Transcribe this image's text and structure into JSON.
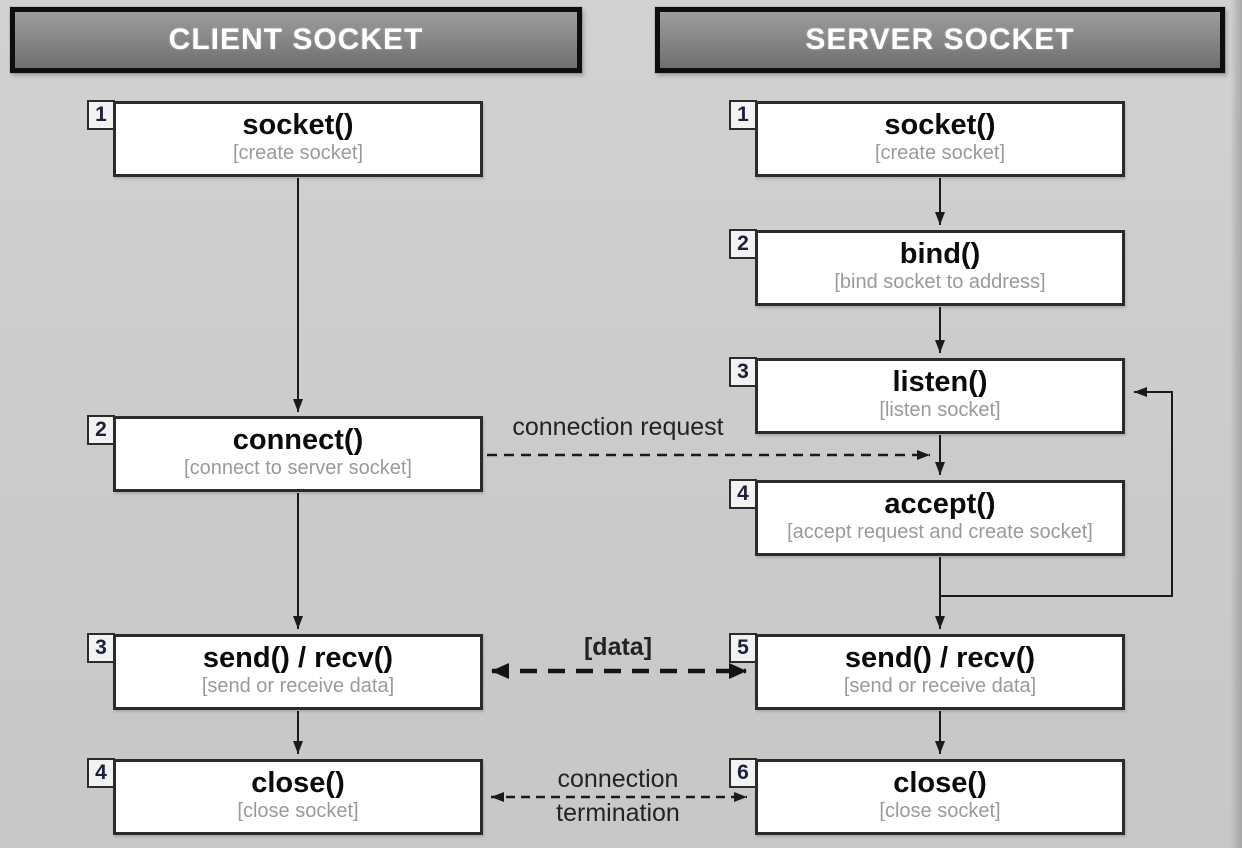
{
  "headers": {
    "client": "CLIENT SOCKET",
    "server": "SERVER SOCKET"
  },
  "client": {
    "steps": [
      {
        "num": "1",
        "name": "socket()",
        "caption": "[create socket]"
      },
      {
        "num": "2",
        "name": "connect()",
        "caption": "[connect to server socket]"
      },
      {
        "num": "3",
        "name": "send() / recv()",
        "caption": "[send or receive data]"
      },
      {
        "num": "4",
        "name": "close()",
        "caption": "[close socket]"
      }
    ]
  },
  "server": {
    "steps": [
      {
        "num": "1",
        "name": "socket()",
        "caption": "[create socket]"
      },
      {
        "num": "2",
        "name": "bind()",
        "caption": "[bind socket to address]"
      },
      {
        "num": "3",
        "name": "listen()",
        "caption": "[listen socket]"
      },
      {
        "num": "4",
        "name": "accept()",
        "caption": "[accept request and create socket]"
      },
      {
        "num": "5",
        "name": "send() / recv()",
        "caption": "[send or receive data]"
      },
      {
        "num": "6",
        "name": "close()",
        "caption": "[close socket]"
      }
    ]
  },
  "connectors": {
    "request": {
      "label": "connection request"
    },
    "data": {
      "label": "[data]"
    },
    "termination": {
      "label_line1": "connection",
      "label_line2": "termination"
    }
  },
  "colors": {
    "background": "#cbcbcb",
    "header_fill_top": "#9c9c9c",
    "header_fill_bottom": "#6f6f6f",
    "header_text": "#ffffff",
    "box_fill": "#ffffff",
    "box_border": "#2b2b2b",
    "function_text": "#0b0b0b",
    "caption_text": "#9a9a9a",
    "arrow": "#1a1a1a"
  }
}
